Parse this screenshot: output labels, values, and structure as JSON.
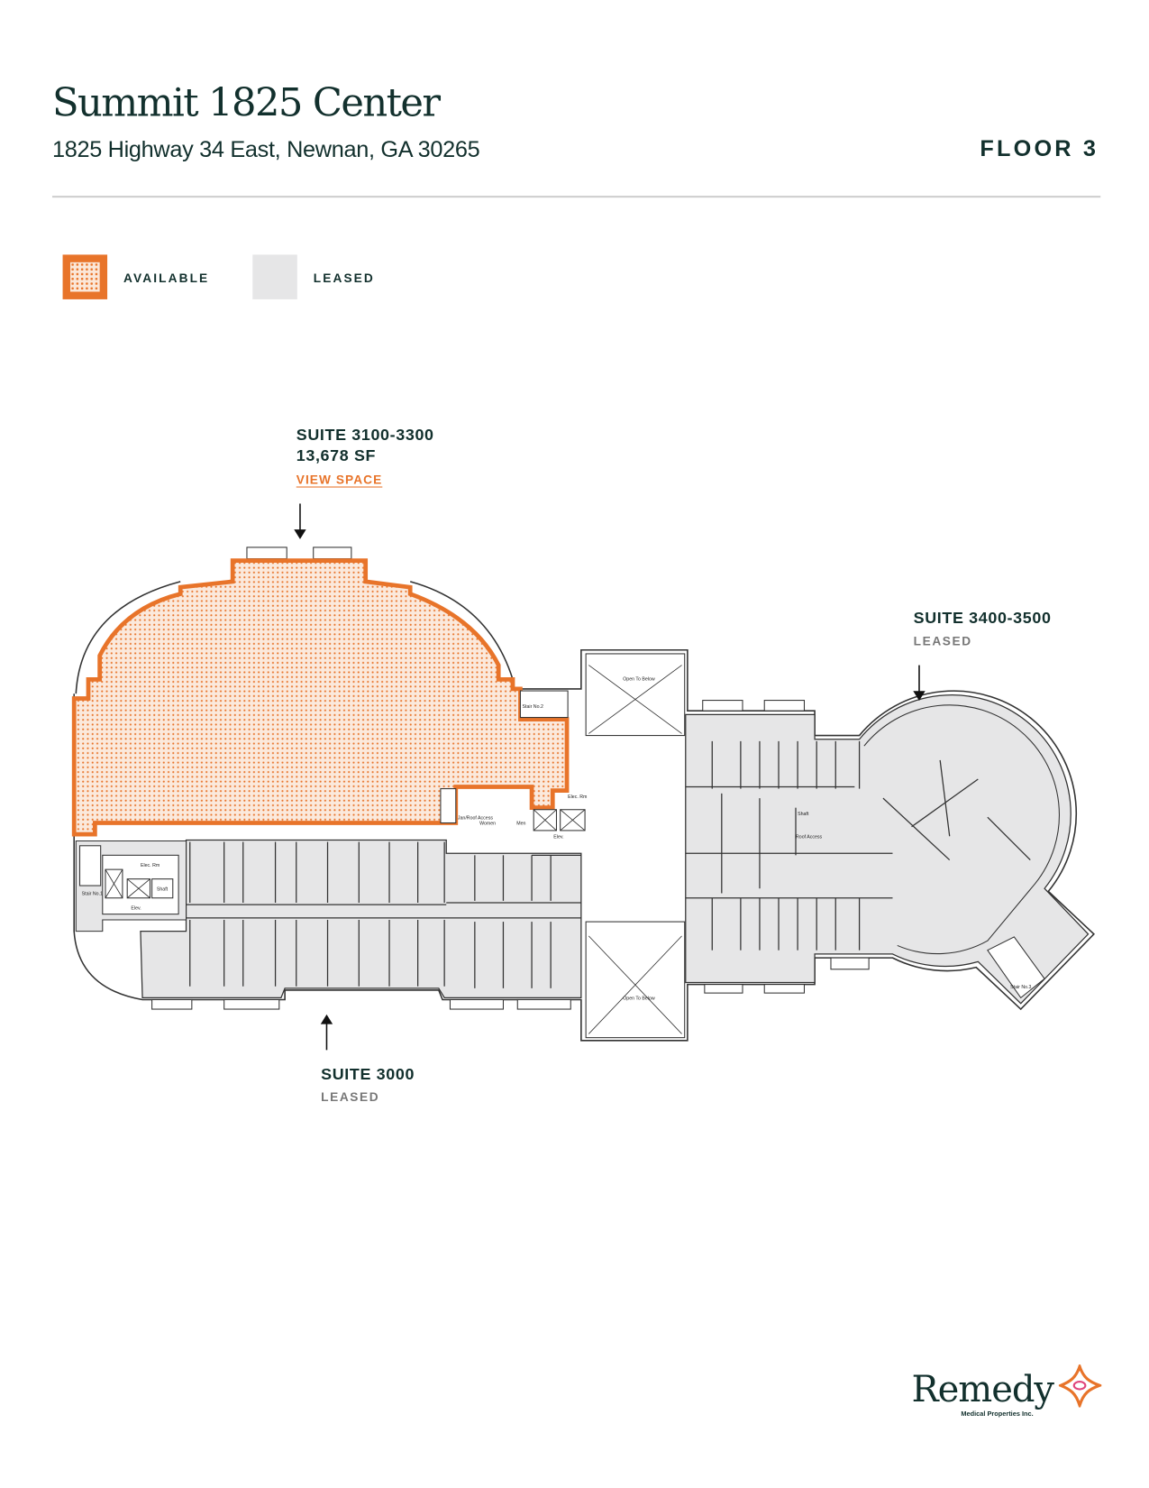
{
  "header": {
    "title": "Summit 1825 Center",
    "address": "1825 Highway 34 East, Newnan, GA 30265",
    "floor": "FLOOR 3"
  },
  "legend": [
    {
      "label": "AVAILABLE",
      "color": "#e8742a"
    },
    {
      "label": "LEASED",
      "color": "#e6e6e7"
    }
  ],
  "suites": [
    {
      "name": "SUITE 3100-3300",
      "area": "13,678 SF",
      "link": "VIEW SPACE",
      "status": "available"
    },
    {
      "name": "SUITE 3400-3500",
      "status_label": "LEASED"
    },
    {
      "name": "SUITE 3000",
      "status_label": "LEASED"
    }
  ],
  "rooms": {
    "stair1": "Stair No.1",
    "stair2": "Stair No.2",
    "stair3": "Stair No.3",
    "elec": "Elec. Rm",
    "shaft": "Shaft",
    "elev": "Elev.",
    "jan": "Jan/Roof Access",
    "women": "Women",
    "men": "Men",
    "open": "Open To Below",
    "roof": "Roof Access"
  },
  "logo": {
    "word": "Remedy",
    "sub": "Medical Properties Inc."
  },
  "colors": {
    "accent": "#e8742a",
    "text": "#12302d",
    "leased": "#e6e6e7"
  }
}
